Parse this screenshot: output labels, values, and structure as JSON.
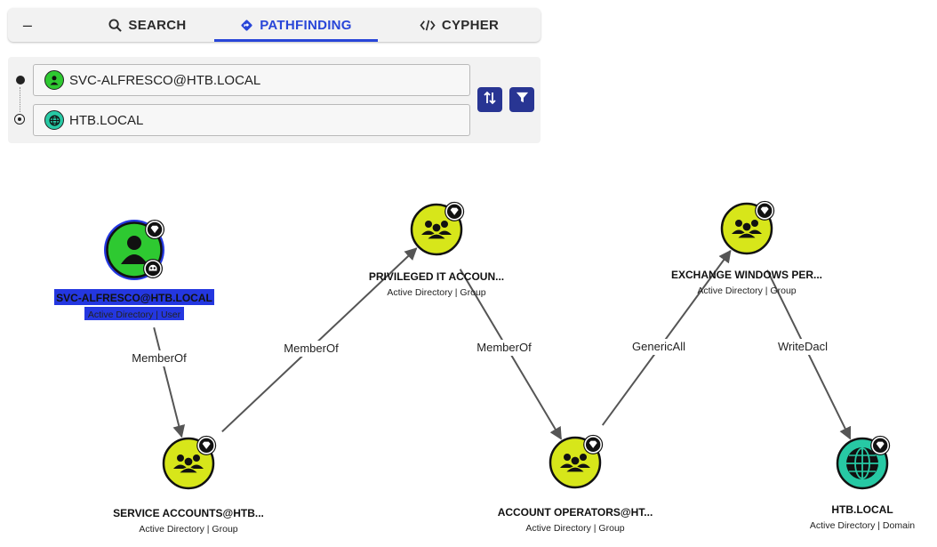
{
  "tabs": {
    "collapse_label": "–",
    "search_label": "SEARCH",
    "pathfinding_label": "PATHFINDING",
    "cypher_label": "CYPHER"
  },
  "pathfinding": {
    "start_value": "SVC-ALFRESCO@HTB.LOCAL",
    "target_value": "HTB.LOCAL"
  },
  "colors": {
    "accent": "#2846d8",
    "user_node": "#2ec931",
    "group_node": "#d7e61a",
    "domain_node": "#27c9a4",
    "selected_highlight": "#2437e0"
  },
  "graph": {
    "nodes": [
      {
        "id": "svc",
        "title": "SVC-ALFRESCO@HTB.LOCAL",
        "subtitle": "Active Directory | User",
        "kind": "user",
        "icon": "user-icon",
        "selected": true
      },
      {
        "id": "sa",
        "title": "SERVICE ACCOUNTS@HTB...",
        "subtitle": "Active Directory | Group",
        "kind": "group",
        "icon": "group-icon"
      },
      {
        "id": "pit",
        "title": "PRIVILEGED IT ACCOUN...",
        "subtitle": "Active Directory | Group",
        "kind": "group",
        "icon": "group-icon"
      },
      {
        "id": "ao",
        "title": "ACCOUNT OPERATORS@HT...",
        "subtitle": "Active Directory | Group",
        "kind": "group",
        "icon": "group-icon"
      },
      {
        "id": "ewp",
        "title": "EXCHANGE WINDOWS PER...",
        "subtitle": "Active Directory | Group",
        "kind": "group",
        "icon": "group-icon"
      },
      {
        "id": "dom",
        "title": "HTB.LOCAL",
        "subtitle": "Active Directory | Domain",
        "kind": "domain",
        "icon": "globe-icon"
      }
    ],
    "edges": [
      {
        "from": "svc",
        "to": "sa",
        "label": "MemberOf"
      },
      {
        "from": "sa",
        "to": "pit",
        "label": "MemberOf"
      },
      {
        "from": "pit",
        "to": "ao",
        "label": "MemberOf"
      },
      {
        "from": "ao",
        "to": "ewp",
        "label": "GenericAll"
      },
      {
        "from": "ewp",
        "to": "dom",
        "label": "WriteDacl"
      }
    ]
  }
}
